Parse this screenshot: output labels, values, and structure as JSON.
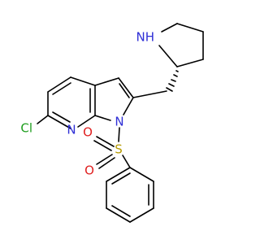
{
  "molecule": {
    "atoms": {
      "chlorine": "Cl",
      "pyridine_nitrogen": "N",
      "indole_nitrogen": "N",
      "sulfur": "S",
      "oxygen_upper": "O",
      "oxygen_lower": "O",
      "pyrrolidine_nh": "NH"
    },
    "colors": {
      "bond": "#000000",
      "nitrogen": "#2f2fd6",
      "oxygen": "#e02020",
      "sulfur": "#b59a00",
      "chlorine": "#1e9e1e"
    },
    "stereo": {
      "pyrrolidine_ring_carbon": "hashed-wedge"
    }
  }
}
